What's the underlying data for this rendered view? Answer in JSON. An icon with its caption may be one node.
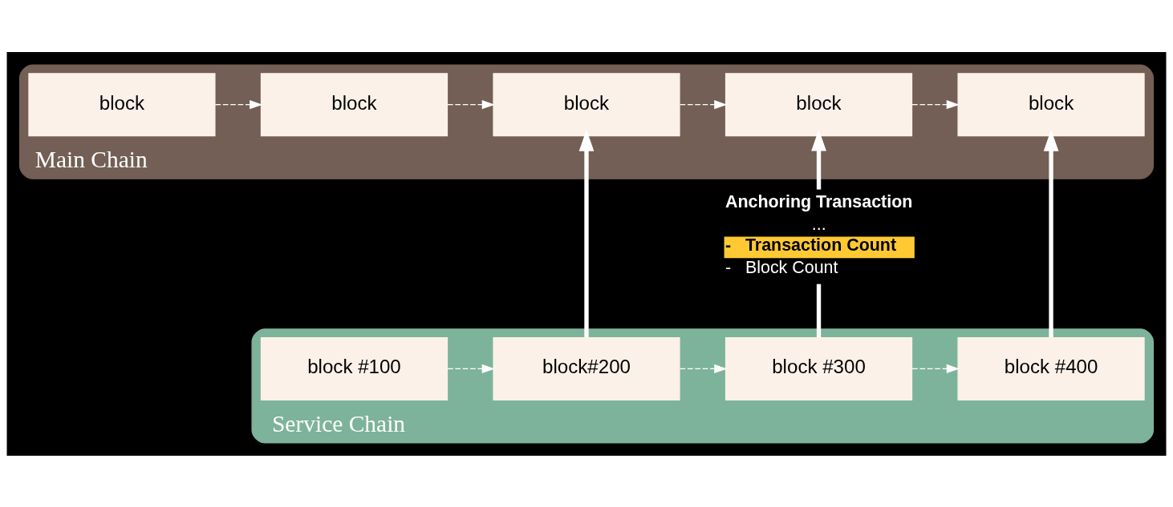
{
  "diagram": {
    "nodes": [
      {
        "text": [
          "Main Chain"
        ]
      },
      {
        "text": [
          "block"
        ],
        "in": 0
      },
      {
        "text": [
          "block"
        ],
        "in": 0
      },
      {
        "text": [
          "block"
        ],
        "in": 0
      },
      {
        "text": [
          "block"
        ],
        "in": 0
      },
      {
        "text": [
          "block"
        ],
        "in": 0
      },
      {
        "text": [
          "Service Chain"
        ]
      },
      {
        "text": [
          "block #100"
        ],
        "in": 6
      },
      {
        "text": [
          "block#200"
        ],
        "in": 6
      },
      {
        "text": [
          "block #300"
        ],
        "in": 6
      },
      {
        "text": [
          "block #400"
        ],
        "in": 6
      },
      {
        "text": [
          "Anchoring Transaction",
          "...",
          "-   Transaction Count",
          "-   Block Count"
        ]
      }
    ],
    "edges": [
      {
        "from": 1,
        "to": 2,
        "arrow": "to",
        "style": "dashed"
      },
      {
        "from": 2,
        "to": 3,
        "arrow": "to",
        "style": "dashed"
      },
      {
        "from": 3,
        "to": 4,
        "arrow": "to",
        "style": "dashed"
      },
      {
        "from": 4,
        "to": 5,
        "arrow": "to",
        "style": "dashed"
      },
      {
        "from": 7,
        "to": 8,
        "arrow": "to",
        "style": "dashed"
      },
      {
        "from": 8,
        "to": 9,
        "arrow": "to",
        "style": "dashed"
      },
      {
        "from": 9,
        "to": 10,
        "arrow": "to",
        "style": "dashed"
      },
      {
        "from": 8,
        "to": 3,
        "arrow": "to",
        "style": "thick"
      },
      {
        "from": 9,
        "to": 11,
        "arrow": "none",
        "style": "thick"
      },
      {
        "from": 11,
        "to": 4,
        "arrow": "to",
        "style": "thick"
      },
      {
        "from": 10,
        "to": 5,
        "arrow": "to",
        "style": "thick"
      }
    ]
  }
}
